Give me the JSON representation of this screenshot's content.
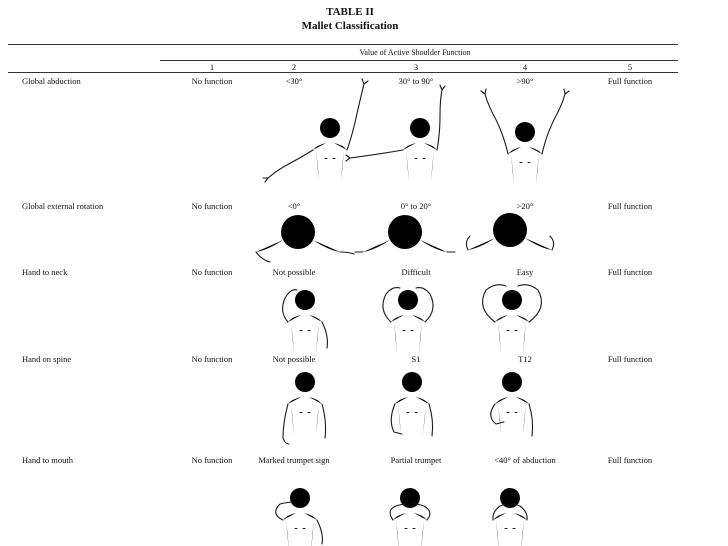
{
  "table": {
    "number": "TABLE II",
    "caption": "Mallet Classification",
    "group_header": "Value of Active Shoulder Function",
    "columns": [
      "1",
      "2",
      "3",
      "4",
      "5"
    ],
    "rows": [
      {
        "label": "Global abduction",
        "cells": [
          "No function",
          "<30°",
          "30° to 90°",
          ">90°",
          "Full function"
        ]
      },
      {
        "label": "Global external rotation",
        "cells": [
          "No function",
          "<0°",
          "0° to 20°",
          ">20°",
          "Full function"
        ]
      },
      {
        "label": "Hand to neck",
        "cells": [
          "No function",
          "Not possible",
          "Difficult",
          "Easy",
          "Full function"
        ]
      },
      {
        "label": "Hand on spine",
        "cells": [
          "No function",
          "Not possible",
          "S1",
          "T12",
          "Full function"
        ]
      },
      {
        "label": "Hand to mouth",
        "cells": [
          "No function",
          "Marked trumpet sign",
          "Partial trumpet",
          "<40° of abduction",
          "Full function"
        ]
      }
    ]
  }
}
